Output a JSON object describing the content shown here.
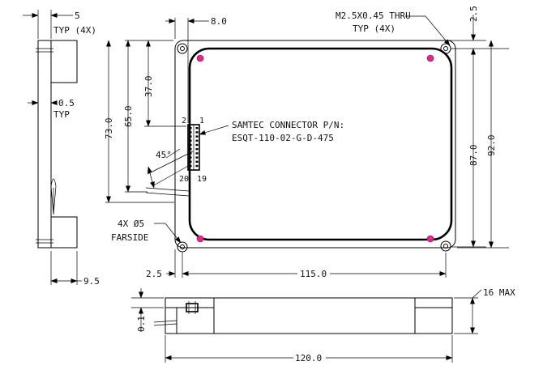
{
  "side_view": {
    "dim_top": "5",
    "note_top": "TYP (4X)",
    "dim_mid": "0.5",
    "note_mid": "TYP",
    "dim_bottom": "9.5"
  },
  "front_view": {
    "dim_top_offset": "8.0",
    "dim_37": "37.0",
    "dim_65": "65.0",
    "dim_73": "73.0",
    "angle": "45°",
    "pin_2": "2",
    "pin_1": "1",
    "pin_20": "20",
    "pin_19": "19",
    "connector_line1": "SAMTEC CONNECTOR P/N:",
    "connector_line2": "ESQT-110-02-G-D-475",
    "thru_line1": "M2.5X0.45 THRU",
    "thru_line2": "TYP (4X)",
    "dim_corner": "2.5",
    "dim_87": "87.0",
    "dim_92": "92.0",
    "hole_line1": "4X Ø5",
    "hole_line2": "FARSIDE",
    "dim_left_edge": "2.5",
    "dim_width": "115.0"
  },
  "bottom_view": {
    "dim_thick": "0.1",
    "dim_height": "16 MAX",
    "dim_length": "120.0"
  },
  "colors": {
    "line": "#000000",
    "hole_marker": "#e0288c",
    "background": "#ffffff"
  }
}
